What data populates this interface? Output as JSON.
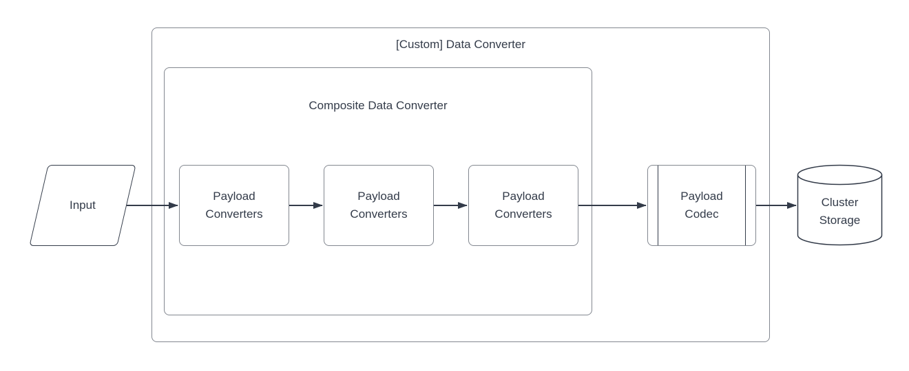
{
  "colors": {
    "canvas_background": "#ffffff",
    "shape_border_gray": "#82878f",
    "stroke_dark": "#333b49",
    "text": "#333b49"
  },
  "outer_container": {
    "label": "[Custom] Data Converter"
  },
  "inner_container": {
    "label": "Composite Data Converter"
  },
  "nodes": {
    "input": {
      "label": "Input"
    },
    "converter1": {
      "label": "Payload Converters"
    },
    "converter2": {
      "label": "Payload Converters"
    },
    "converter3": {
      "label": "Payload Converters"
    },
    "codec": {
      "label": "Payload Codec"
    },
    "storage": {
      "label": "Cluster Storage"
    }
  },
  "arrows": [
    {
      "name": "input-to-converter-1"
    },
    {
      "name": "converter-1-to-converter-2"
    },
    {
      "name": "converter-2-to-converter-3"
    },
    {
      "name": "converter-3-to-codec"
    },
    {
      "name": "codec-to-storage"
    }
  ]
}
